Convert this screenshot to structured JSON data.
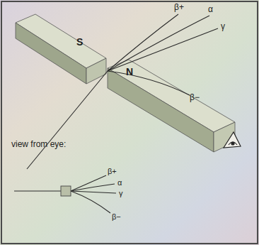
{
  "diagram": {
    "labels": [
      "S",
      "N",
      "β+",
      "α",
      "γ",
      "β−",
      "view from eye:",
      "β+",
      "α",
      "γ",
      "β−"
    ]
  }
}
